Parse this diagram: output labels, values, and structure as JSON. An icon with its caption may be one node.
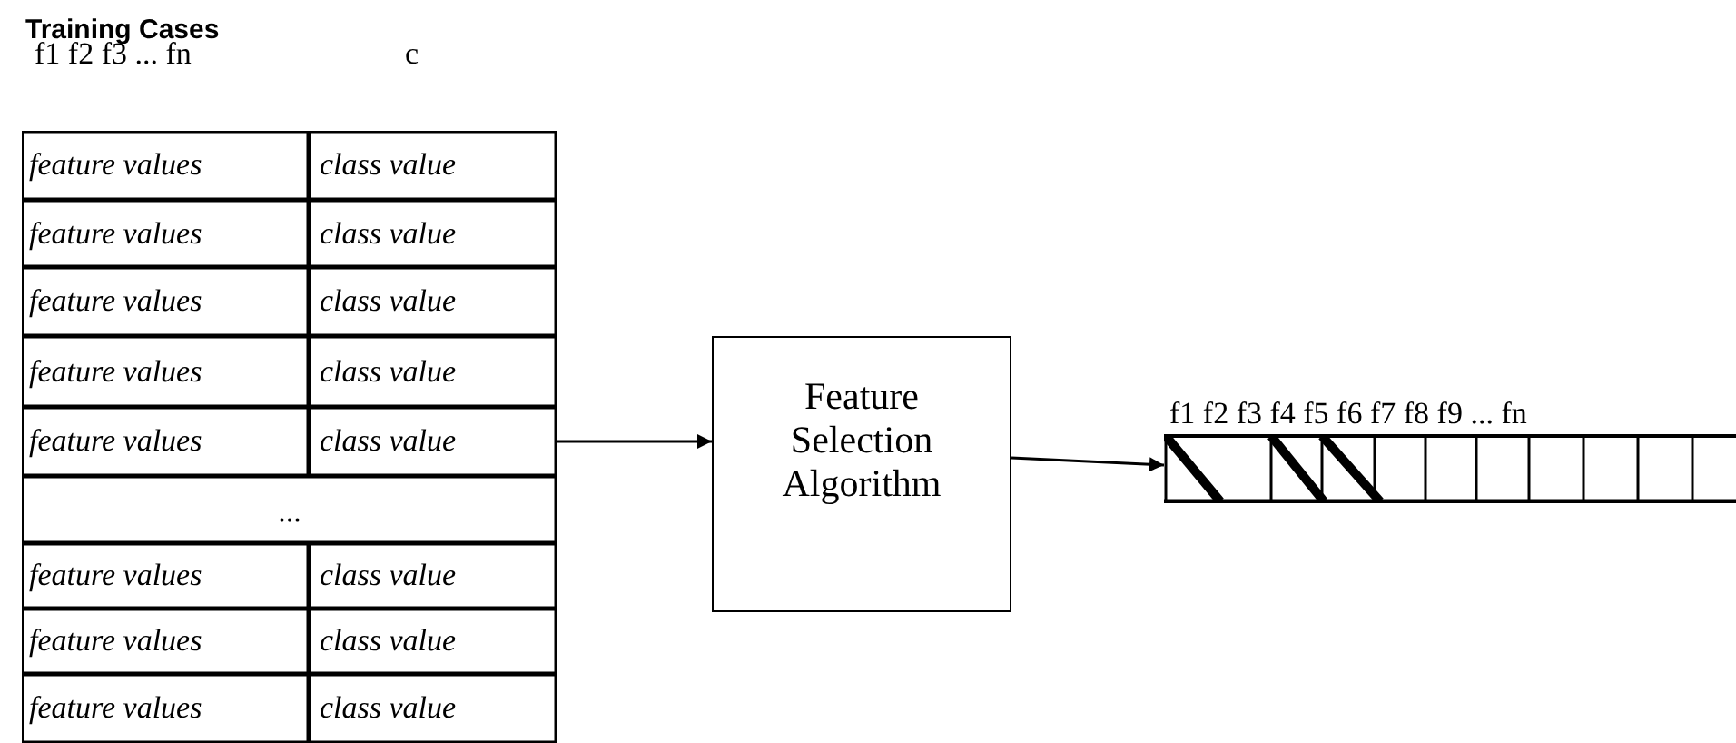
{
  "diagram": {
    "title": "Training Cases",
    "nodes": [
      {
        "text": [],
        "shape": "box"
      },
      {
        "text": [
          "Feature Selection Algorithm"
        ]
      },
      {
        "text": [],
        "shape": "bar"
      }
    ],
    "edges": [
      {
        "from": 0,
        "to": 1,
        "arrow": "to"
      },
      {
        "from": 1,
        "to": 2,
        "arrow": "to"
      }
    ],
    "labels": [
      "f1 f2 f3 ... fn",
      "c",
      "feature values",
      "class value",
      "feature values",
      "class value",
      "feature values",
      "class value",
      "feature values",
      "class value",
      "feature values",
      "class value",
      "...",
      "feature values",
      "class value",
      "feature values",
      "class value",
      "feature values",
      "class value",
      "f1 f2 f3 f4 f5 f6 f7 f8 f9 ... fn"
    ]
  }
}
